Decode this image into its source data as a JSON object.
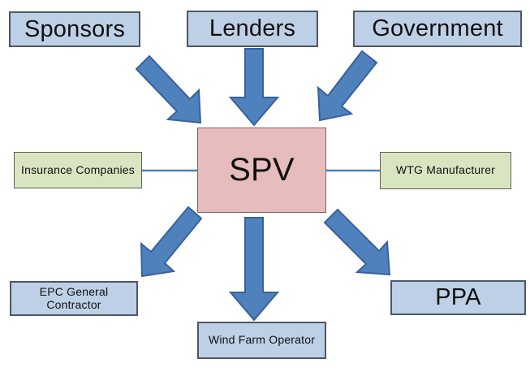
{
  "diagram": {
    "nodes": [
      {
        "id": "sponsors",
        "label": "Sponsors",
        "role": "top-input"
      },
      {
        "id": "lenders",
        "label": "Lenders",
        "role": "top-input"
      },
      {
        "id": "government",
        "label": "Government",
        "role": "top-input"
      },
      {
        "id": "insurance",
        "label": "Insurance Companies",
        "role": "side-party"
      },
      {
        "id": "spv",
        "label": "SPV",
        "role": "center"
      },
      {
        "id": "wtg",
        "label": "WTG Manufacturer",
        "role": "side-party"
      },
      {
        "id": "epc",
        "label": "EPC General Contractor",
        "role": "bottom-output"
      },
      {
        "id": "wfo",
        "label": "Wind Farm Operator",
        "role": "bottom-output"
      },
      {
        "id": "ppa",
        "label": "PPA",
        "role": "bottom-output"
      }
    ],
    "edges": [
      {
        "from": "Sponsors",
        "to": "SPV",
        "style": "block-arrow"
      },
      {
        "from": "Lenders",
        "to": "SPV",
        "style": "block-arrow"
      },
      {
        "from": "Government",
        "to": "SPV",
        "style": "block-arrow"
      },
      {
        "from": "SPV",
        "to": "EPC General Contractor",
        "style": "block-arrow"
      },
      {
        "from": "SPV",
        "to": "Wind Farm Operator",
        "style": "block-arrow"
      },
      {
        "from": "SPV",
        "to": "PPA",
        "style": "block-arrow"
      },
      {
        "from": "Insurance Companies",
        "to": "SPV",
        "style": "plain-line"
      },
      {
        "from": "SPV",
        "to": "WTG Manufacturer",
        "style": "plain-line"
      }
    ]
  },
  "colors": {
    "node_blue": "#bdd0e6",
    "node_green": "#d9e5c1",
    "node_pink": "#e7bcbc",
    "border_blue": "#4c5866",
    "border_green": "#5e6150",
    "border_pink": "#776666",
    "arrow_blue": "#4f81bd",
    "arrow_border": "#38619c",
    "line_blue": "#4f81bd",
    "text": "#111111",
    "background": "#ffffff"
  }
}
